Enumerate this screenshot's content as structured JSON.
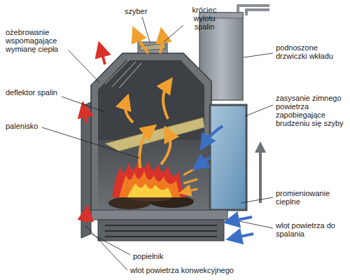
{
  "diagram": {
    "labels": [
      "szyber",
      "króciec wylotu spalin",
      "ożebrowanie wspomagające wymianę ciepła",
      "podnoszone drzwiczki wkładu",
      "deflektor spalin",
      "zasysanie zimnego powietrza zapobiegające brudzeniu się szyby",
      "palenisko",
      "promieniowanie cieplne",
      "wlot powietrza do spalania",
      "popielnik",
      "wlot powietrza konwekcyjnego"
    ]
  }
}
